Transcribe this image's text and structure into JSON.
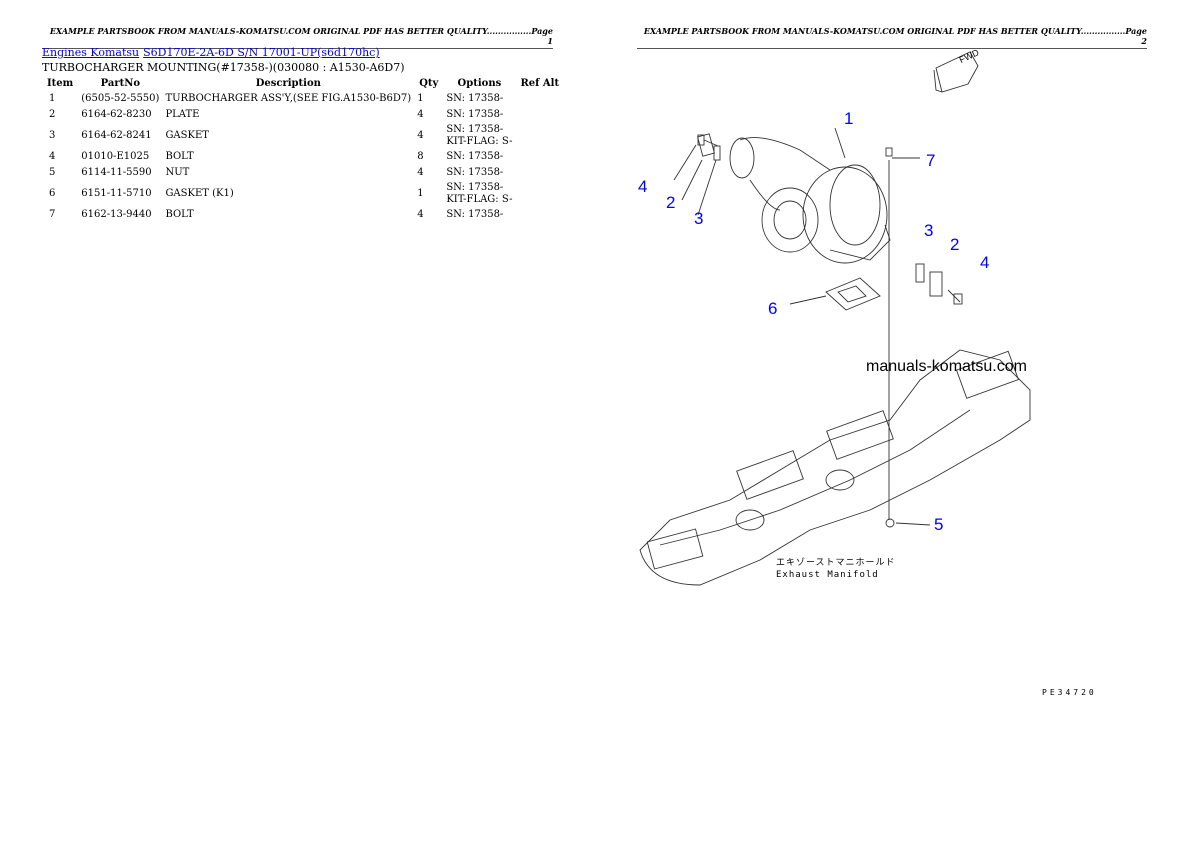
{
  "pages": {
    "page1_header": "EXAMPLE PARTSBOOK FROM MANUALS-KOMATSU.COM ORIGINAL PDF HAS BETTER QUALITY................Page 1",
    "page2_header": "EXAMPLE PARTSBOOK FROM MANUALS-KOMATSU.COM ORIGINAL PDF HAS BETTER QUALITY................Page 2"
  },
  "breadcrumb": {
    "link1": "Engines Komatsu",
    "link2": "S6D170E-2A-6D S/N 17001-UP(s6d170hc)"
  },
  "subtitle": "TURBOCHARGER MOUNTING(#17358-)(030080 : A1530-A6D7)",
  "table": {
    "headers": [
      "Item",
      "PartNo",
      "Description",
      "Qty",
      "Options",
      "Ref Alt"
    ],
    "rows": [
      {
        "item": "1",
        "partno": "(6505-52-5550)",
        "desc": "TURBOCHARGER ASS'Y,(SEE FIG.A1530-B6D7)",
        "qty": "1",
        "opt1": "SN: 17358-",
        "opt2": ""
      },
      {
        "item": "2",
        "partno": "6164-62-8230",
        "desc": "PLATE",
        "qty": "4",
        "opt1": "SN: 17358-",
        "opt2": ""
      },
      {
        "item": "3",
        "partno": "6164-62-8241",
        "desc": "GASKET",
        "qty": "4",
        "opt1": "SN: 17358-",
        "opt2": "KIT-FLAG: S-"
      },
      {
        "item": "4",
        "partno": "01010-E1025",
        "desc": "BOLT",
        "qty": "8",
        "opt1": "SN: 17358-",
        "opt2": ""
      },
      {
        "item": "5",
        "partno": "6114-11-5590",
        "desc": "NUT",
        "qty": "4",
        "opt1": "SN: 17358-",
        "opt2": ""
      },
      {
        "item": "6",
        "partno": "6151-11-5710",
        "desc": "GASKET (K1)",
        "qty": "1",
        "opt1": "SN: 17358-",
        "opt2": "KIT-FLAG: S-"
      },
      {
        "item": "7",
        "partno": "6162-13-9440",
        "desc": "BOLT",
        "qty": "4",
        "opt1": "SN: 17358-",
        "opt2": ""
      }
    ]
  },
  "diagram": {
    "fwd": "FWD",
    "watermark": "manuals-komatsu.com",
    "jp_label": "エキゾーストマニホールド",
    "en_label": "Exhaust Manifold",
    "code": "PE34720",
    "callouts": [
      "1",
      "7",
      "4",
      "2",
      "3",
      "3",
      "2",
      "4",
      "6",
      "5"
    ],
    "callout_color": "#0000ff"
  }
}
